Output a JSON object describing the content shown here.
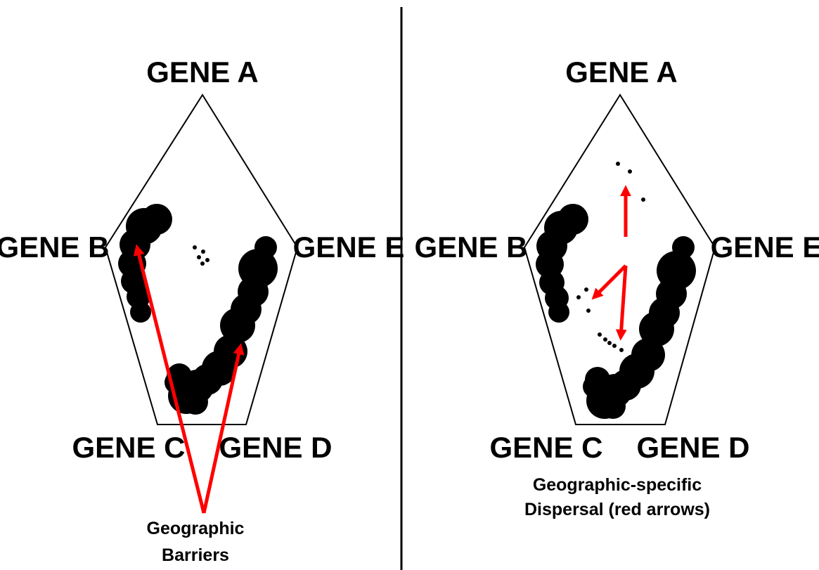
{
  "left_panel": {
    "labels": {
      "a": "GENE A",
      "b": "GENE B",
      "c": "GENE C",
      "d": "GENE D",
      "e": "GENE E"
    },
    "caption": [
      "Geographic",
      "Barriers"
    ]
  },
  "right_panel": {
    "labels": {
      "a": "GENE A",
      "b": "GENE B",
      "c": "GENE C",
      "d": "GENE D",
      "e": "GENE E"
    },
    "caption": [
      "Geographic-specific",
      "Dispersal (red arrows)"
    ]
  },
  "colors": {
    "arrow": "#ff0000",
    "population": "#000000",
    "outline": "#000000"
  }
}
